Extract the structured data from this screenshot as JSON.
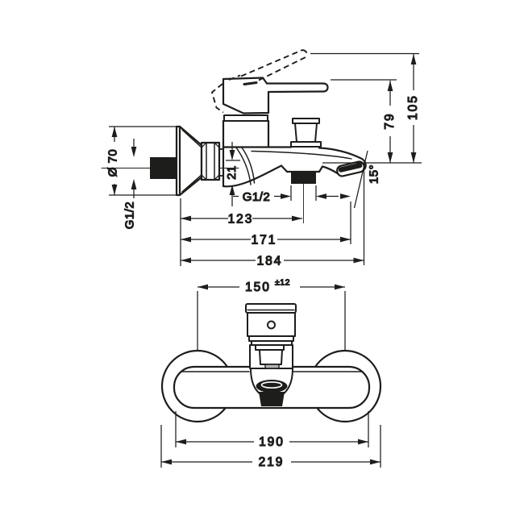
{
  "dims": {
    "dia70": "Ø 70",
    "g12_left": "G1/2",
    "d21": "21",
    "g12_bottom": "G1/2",
    "d123": "123",
    "d171": "171",
    "d184": "184",
    "d79": "79",
    "d105": "105",
    "a15": "15°",
    "d150": "150",
    "tol150": "±12",
    "d190": "190",
    "d219": "219"
  },
  "colors": {
    "line": "#1d1d1b",
    "background": "#ffffff"
  }
}
